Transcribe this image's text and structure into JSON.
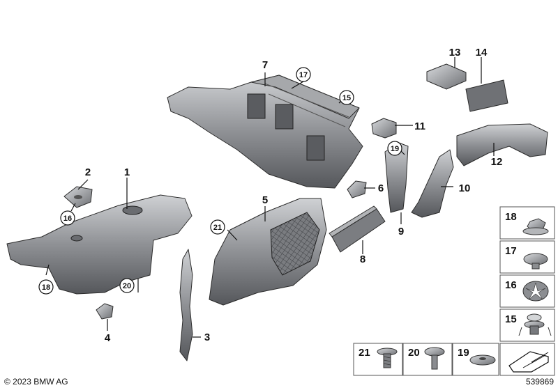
{
  "copyright": "© 2023 BMW AG",
  "diagram_number": "539869",
  "callouts": [
    "1",
    "2",
    "3",
    "4",
    "5",
    "6",
    "7",
    "8",
    "9",
    "10",
    "11",
    "12",
    "13",
    "14"
  ],
  "circled_callouts": [
    "15",
    "16",
    "17",
    "18",
    "19",
    "20",
    "21"
  ],
  "legend_items": [
    "18",
    "17",
    "16",
    "15",
    "21",
    "20",
    "19"
  ],
  "colors": {
    "part_fill": "#8e9094",
    "part_dark": "#5c5e62",
    "part_light": "#c9cbce",
    "outline": "#2b2b2b"
  }
}
